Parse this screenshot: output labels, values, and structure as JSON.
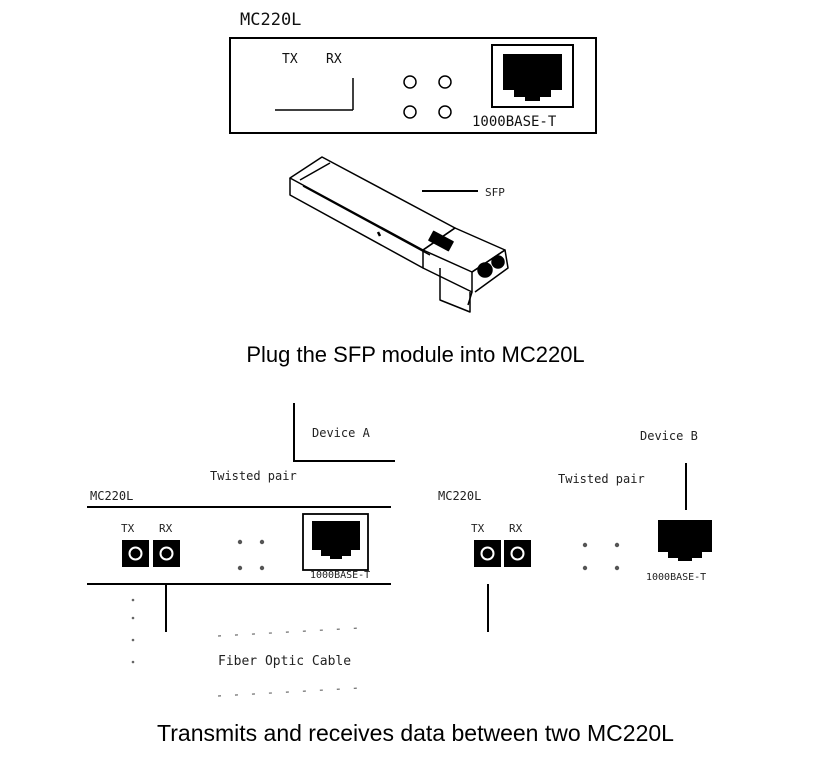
{
  "top_figure": {
    "device_title": "MC220L",
    "port_tx_label": "TX",
    "port_rx_label": "RX",
    "rj45_port_label": "1000BASE-T",
    "sfp_pointer_label": "SFP",
    "caption": "Plug the SFP module into MC220L"
  },
  "bottom_figure": {
    "device_a_title": "MC220L",
    "device_b_title": "MC220L",
    "left_device_label": "Device A",
    "right_device_label": "Device B",
    "left_twisted_pair_label": "Twisted pair",
    "right_twisted_pair_label": "Twisted pair",
    "device_a_tx": "TX",
    "device_a_rx": "RX",
    "device_b_tx": "TX",
    "device_b_rx": "RX",
    "device_a_rj45_label": "1000BASE-T",
    "device_b_rj45_label": "1000BASE-T",
    "fiber_label": "Fiber Optic Cable",
    "caption": "Transmits and receives data between two MC220L"
  }
}
